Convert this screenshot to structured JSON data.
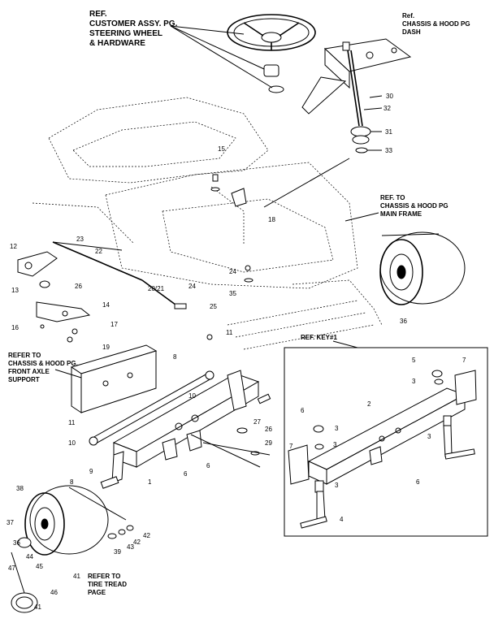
{
  "callouts": {
    "ref_wheel": [
      "REF.",
      "CUSTOMER ASSY. PG.",
      "STEERING WHEEL",
      "& HARDWARE"
    ],
    "ref_dash": [
      "Ref.",
      "CHASSIS & HOOD PG",
      "DASH"
    ],
    "ref_main_frame": [
      "REF. TO",
      "CHASSIS & HOOD PG",
      "MAIN FRAME"
    ],
    "ref_front_axle": [
      "REFER TO",
      "CHASSIS & HOOD PG.",
      "FRONT AXLE",
      "SUPPORT"
    ],
    "ref_key": "REF. KEY#1",
    "ref_tire": [
      "REFER TO",
      "TIRE TREAD",
      "PAGE"
    ]
  },
  "parts": {
    "p1": "1",
    "p2": "2",
    "p3a": "3",
    "p3b": "3",
    "p3c": "3",
    "p3d": "3",
    "p3e": "3",
    "p4": "4",
    "p5": "5",
    "p6a": "6",
    "p6b": "6",
    "p6c": "6",
    "p7a": "7",
    "p7b": "7",
    "p8a": "8",
    "p8b": "8",
    "p9": "9",
    "p10a": "10",
    "p10b": "10",
    "p11a": "11",
    "p11b": "11",
    "p12": "12",
    "p13": "13",
    "p14": "14",
    "p15": "15",
    "p16": "16",
    "p17": "17",
    "p18": "18",
    "p19": "19",
    "p20": "20/21",
    "p22": "22",
    "p23": "23",
    "p24a": "24",
    "p24b": "24",
    "p25": "25",
    "p26a": "26",
    "p26b": "26",
    "p27": "27",
    "p29": "29",
    "p30": "30",
    "p31": "31",
    "p32": "32",
    "p33": "33",
    "p35": "35",
    "p36a": "36",
    "p36b": "36",
    "p37": "37",
    "p38": "38",
    "p39": "39",
    "p41a": "41",
    "p41b": "41",
    "p42a": "42",
    "p42b": "42",
    "p43": "43",
    "p44": "44",
    "p45": "45",
    "p46": "46",
    "p47": "47"
  }
}
